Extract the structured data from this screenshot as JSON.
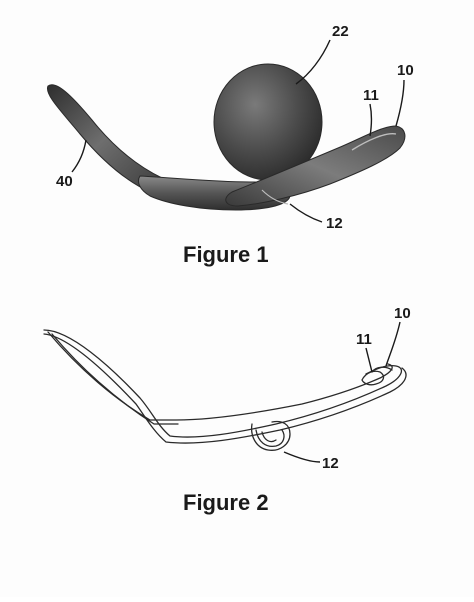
{
  "figure_1": {
    "caption": "Figure 1",
    "labels": {
      "ball": "22",
      "right_tip": "10",
      "right_inner": "11",
      "left_arm": "40",
      "bottom_loop": "12"
    }
  },
  "figure_2": {
    "caption": "Figure 2",
    "labels": {
      "right_tip": "10",
      "right_inner": "11",
      "bottom_loop": "12"
    }
  },
  "colors": {
    "ink": "#1a1a1a",
    "shade_dark": "#3a3a3a",
    "shade_mid": "#6b6b6b",
    "shade_light": "#9a9a9a"
  }
}
